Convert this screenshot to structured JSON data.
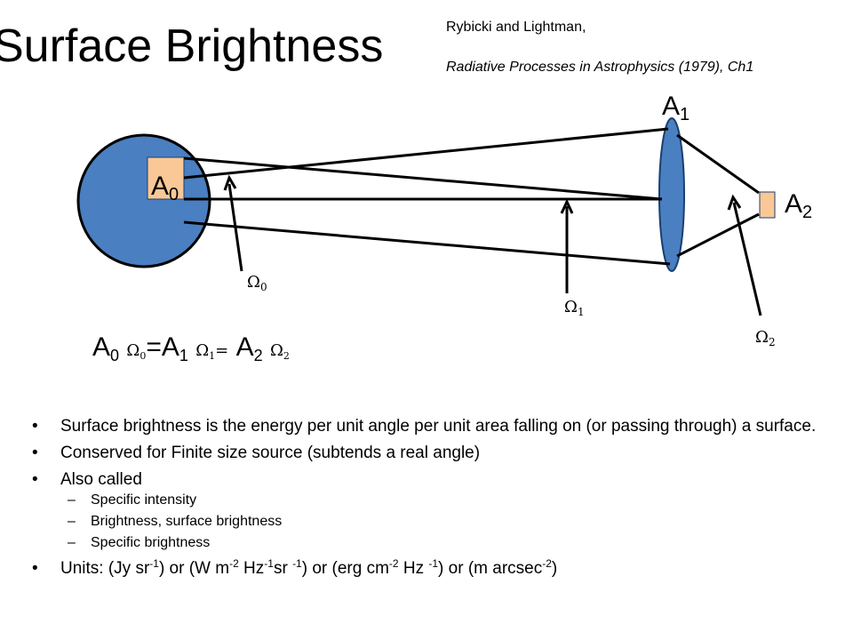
{
  "title": "Surface Brightness",
  "reference": {
    "authors": "Rybicki and Lightman,",
    "book": "Radiative Processes in Astrophysics (1979), Ch1"
  },
  "diagram": {
    "labels": {
      "a0_main": "A",
      "a0_sub": "0",
      "a1_main": "A",
      "a1_sub": "1",
      "a2_main": "A",
      "a2_sub": "2",
      "omega": "Ω",
      "w0_sub": "0",
      "w1_sub": "1",
      "w2_sub": "2"
    },
    "colors": {
      "body": "#4a7fc1",
      "patch": "#f9c896",
      "stroke": "#000000"
    }
  },
  "equation": {
    "a": "A",
    "eq": "=",
    "s0": "0",
    "s1": "1",
    "s2": "2",
    "omega": "Ω"
  },
  "bullets": {
    "b1": "Surface brightness is the energy per unit angle per unit area falling on (or passing through) a surface.",
    "b2": "Conserved for Finite size source (subtends a real angle)",
    "b3": "Also called",
    "sub": [
      "Specific intensity",
      "Brightness, surface brightness",
      "Specific brightness"
    ],
    "b4": {
      "u1": "Units: (Jy sr",
      "u1e": "-1",
      "u2": ") or (W m",
      "u2e": "-2",
      "u3": " Hz",
      "u3e": "-1",
      "u4": "sr ",
      "u4e": "-1",
      "u5": ") or (erg cm",
      "u5e": "-2",
      "u6": " Hz ",
      "u6e": "-1",
      "u7": ") or (m arcsec",
      "u7e": "-2",
      "u8": ")"
    }
  }
}
